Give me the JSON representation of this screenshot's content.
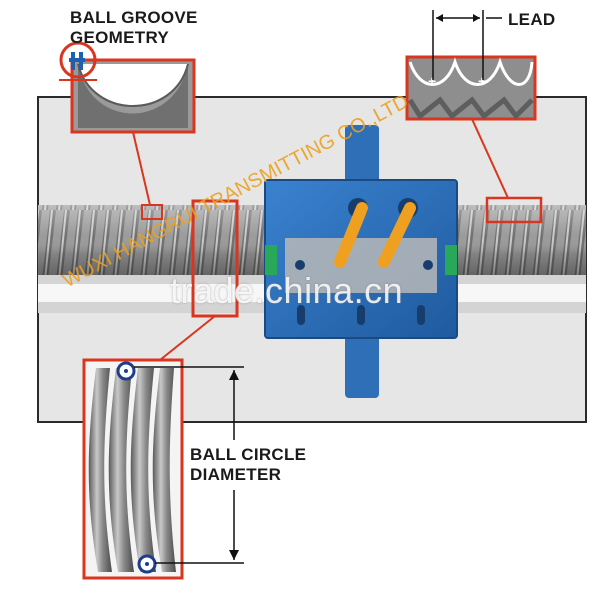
{
  "labels": {
    "ball_groove_geometry": "BALL GROOVE GEOMETRY",
    "lead": "LEAD",
    "ball_circle_diameter": "BALL CIRCLE DIAMETER"
  },
  "watermarks": {
    "trade": "trade.china.cn",
    "company": "WUXI HANGRUI TRANSMITTING CO.,LTD"
  },
  "colors": {
    "callout_red": "#d9351f",
    "nut_blue": "#2e6fb8",
    "nut_blue_dark": "#1f4f8a",
    "ball_orange": "#f0a020",
    "screw_gray": "#8a8a8a",
    "panel_gray": "#e4e4e4",
    "seal_green": "#2aa85a"
  },
  "icons": {
    "logo": "company-logo-icon",
    "ball_center": "ball-center-marker-icon"
  }
}
